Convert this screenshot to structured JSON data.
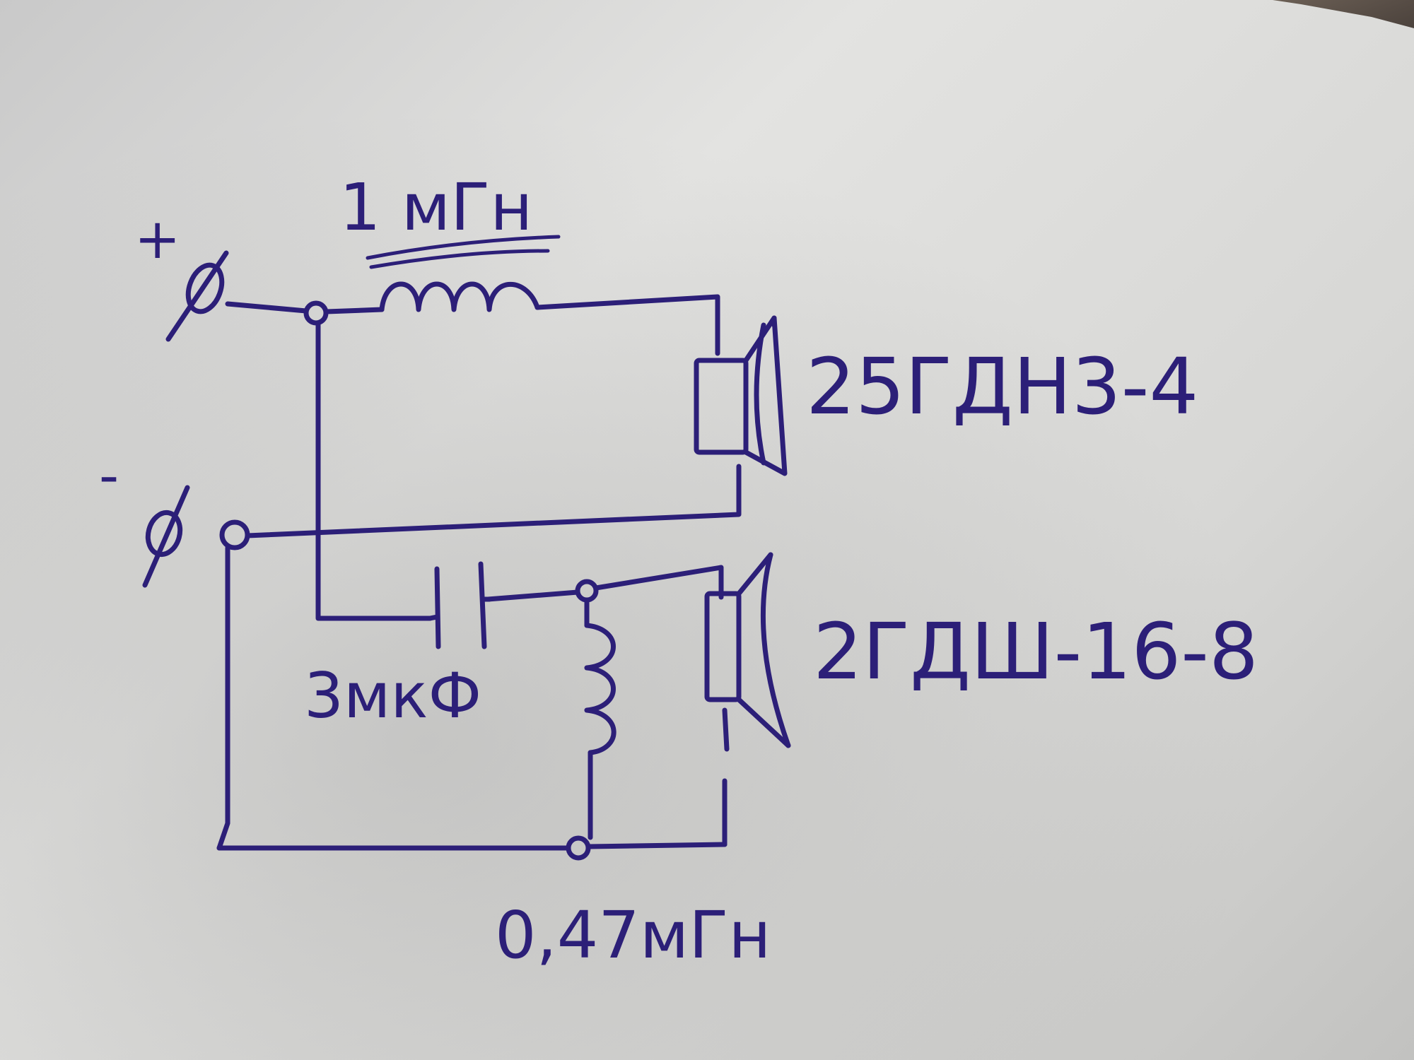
{
  "terminals": {
    "plus": "+",
    "minus": "-"
  },
  "components": {
    "inductor_top": "1 мГн",
    "inductor_bottom": "0,47мГн",
    "capacitor": "3мкФ",
    "speaker_top": "25ГДН3-4",
    "speaker_bottom": "2ГДШ-16-8"
  },
  "colors": {
    "ink": "#2c1f78",
    "paper": "#dcdcda"
  }
}
